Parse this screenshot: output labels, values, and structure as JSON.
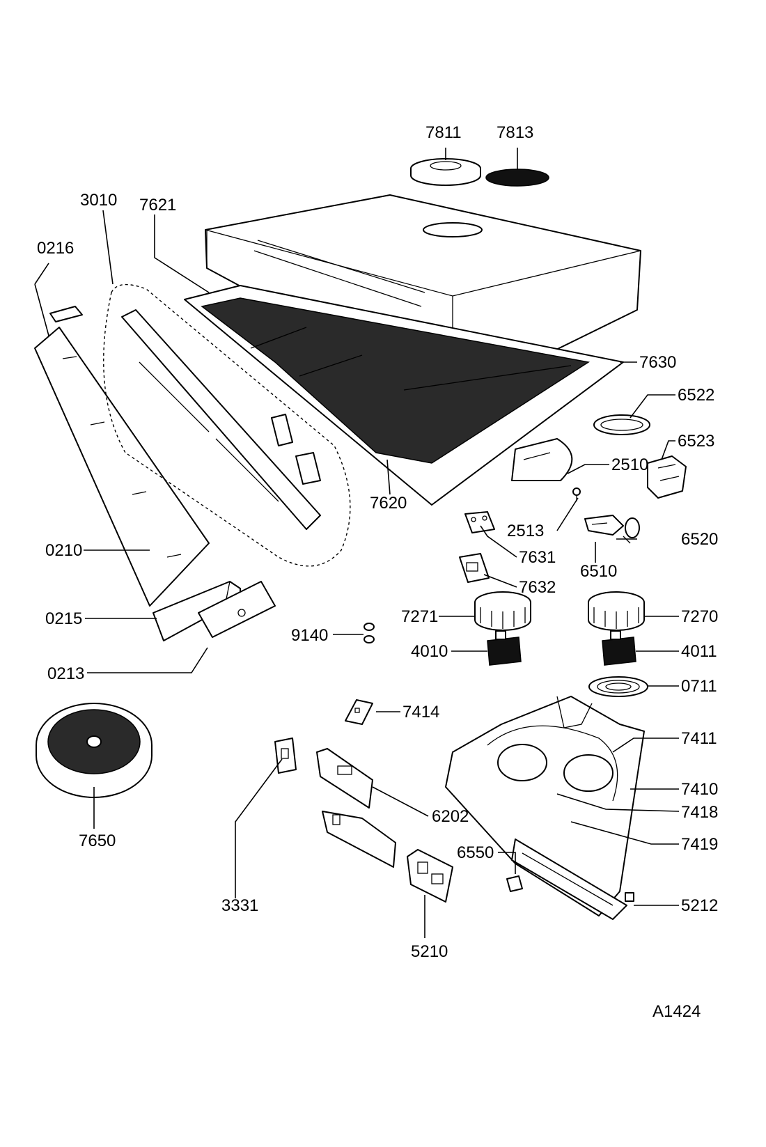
{
  "diagram_code": "A1424",
  "callouts": {
    "p7811": "7811",
    "p7813": "7813",
    "p3010": "3010",
    "p7621": "7621",
    "p0216": "0216",
    "p7630": "7630",
    "p6522": "6522",
    "p6523": "6523",
    "p2510": "2510",
    "p7620": "7620",
    "p2513": "2513",
    "p6520": "6520",
    "p7631": "7631",
    "p6510": "6510",
    "p0210": "0210",
    "p7632": "7632",
    "p7271": "7271",
    "p7270": "7270",
    "p0215": "0215",
    "p9140": "9140",
    "p4010": "4010",
    "p4011": "4011",
    "p0213": "0213",
    "p0711": "0711",
    "p7414": "7414",
    "p7411": "7411",
    "p7410": "7410",
    "p7418": "7418",
    "p6202": "6202",
    "p7419": "7419",
    "p7650": "7650",
    "p6550": "6550",
    "p5212": "5212",
    "p3331": "3331",
    "p5210": "5210"
  }
}
